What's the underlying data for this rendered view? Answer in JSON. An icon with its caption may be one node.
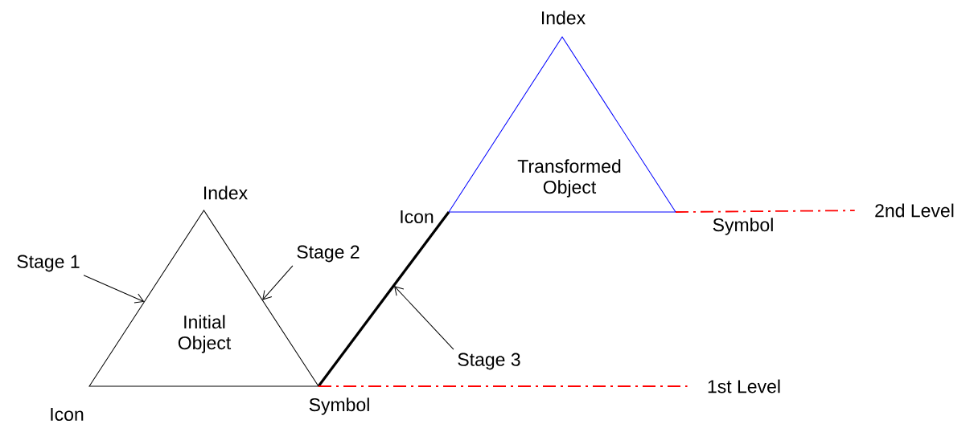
{
  "diagram": {
    "nodes": [
      {
        "text": [
          "Initial Object"
        ],
        "beside": [
          "Index",
          "Icon",
          "Symbol"
        ]
      },
      {
        "text": [
          "Transformed Object"
        ],
        "beside": [
          "Index",
          "Icon",
          "Symbol"
        ]
      },
      {
        "text": [
          "Stage 1"
        ]
      },
      {
        "text": [
          "Stage 2"
        ]
      },
      {
        "text": [
          "Stage 3"
        ]
      },
      {
        "text": [
          "1st Level"
        ]
      },
      {
        "text": [
          "2nd Level"
        ]
      }
    ],
    "edges": [
      {
        "from": 0,
        "to": 1,
        "arrow": "none",
        "style": "thick"
      },
      {
        "from": 2,
        "to": 0,
        "arrow": "to"
      },
      {
        "from": 3,
        "to": 0,
        "arrow": "to"
      },
      {
        "from": 4,
        "to": null,
        "arrow": "to"
      },
      {
        "from": 0,
        "to": 5,
        "arrow": "none",
        "style": "dashed",
        "color": "#ff0000"
      },
      {
        "from": 1,
        "to": 6,
        "arrow": "none",
        "style": "dashed",
        "color": "#ff0000"
      }
    ]
  }
}
